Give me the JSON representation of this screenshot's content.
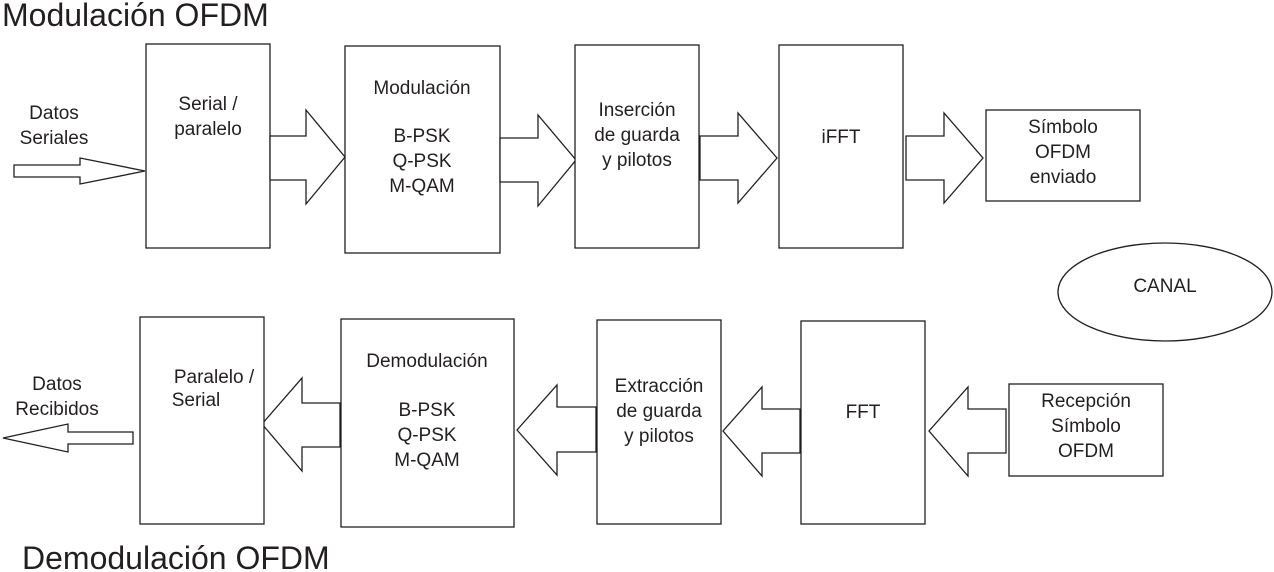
{
  "modulation": {
    "title": "Modulación OFDM",
    "input_label": [
      "Datos",
      "Seriales"
    ],
    "blocks": {
      "serial_paralelo": [
        "Serial /",
        "paralelo"
      ],
      "modulacion_title": "Modulación",
      "modulacion_schemes": [
        "B-PSK",
        "Q-PSK",
        "M-QAM"
      ],
      "insercion": [
        "Inserción",
        "de guarda",
        "y pilotos"
      ],
      "ifft": "iFFT",
      "simbolo_enviado": [
        "Símbolo",
        "OFDM",
        "enviado"
      ]
    }
  },
  "channel": {
    "label": "CANAL"
  },
  "demodulation": {
    "title": "Demodulación OFDM",
    "output_label": [
      "Datos",
      "Recibidos"
    ],
    "blocks": {
      "paralelo_serial": [
        "Paralelo /",
        "Serial"
      ],
      "demodulacion_title": "Demodulación",
      "demodulacion_schemes": [
        "B-PSK",
        "Q-PSK",
        "M-QAM"
      ],
      "extraccion": [
        "Extracción",
        "de guarda",
        "y pilotos"
      ],
      "fft": "FFT",
      "recepcion": [
        "Recepción",
        "Símbolo",
        "OFDM"
      ]
    }
  }
}
